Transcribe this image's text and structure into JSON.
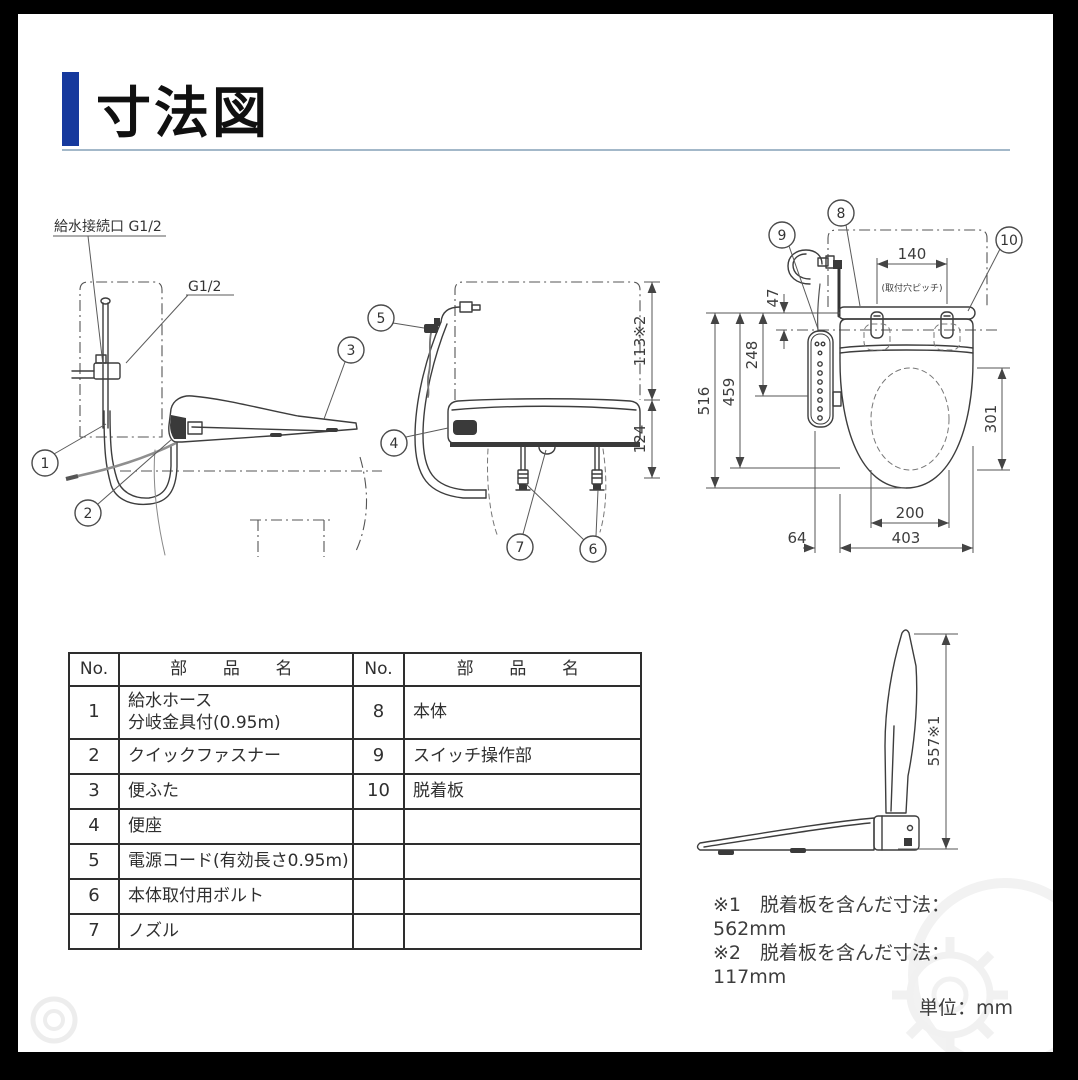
{
  "header": {
    "title": "寸法図"
  },
  "colors": {
    "accent": "#16399d",
    "rule": "#a3b8c9",
    "frame": "#000000",
    "line": "#3d3d3d"
  },
  "diagram": {
    "labels": {
      "supply_port": "給水接続口 G1/2",
      "thread": "G1/2",
      "hole_pitch": "(取付穴ピッチ)"
    },
    "callouts": [
      "1",
      "2",
      "3",
      "4",
      "5",
      "6",
      "7",
      "8",
      "9",
      "10"
    ],
    "dims": {
      "d113": "113※2",
      "d124": "124",
      "d140": "140",
      "d47": "47",
      "d248": "248",
      "d459": "459",
      "d516": "516",
      "d301": "301",
      "d200": "200",
      "d64": "64",
      "d403": "403",
      "d557": "557※1"
    }
  },
  "parts_table": {
    "header": {
      "no": "No.",
      "name": "部　品　名"
    },
    "rows": [
      {
        "l": {
          "no": "1",
          "name": "給水ホース\n分岐金具付(0.95m)"
        },
        "r": {
          "no": "8",
          "name": "本体"
        }
      },
      {
        "l": {
          "no": "2",
          "name": "クイックファスナー"
        },
        "r": {
          "no": "9",
          "name": "スイッチ操作部"
        }
      },
      {
        "l": {
          "no": "3",
          "name": "便ふた"
        },
        "r": {
          "no": "10",
          "name": "脱着板"
        }
      },
      {
        "l": {
          "no": "4",
          "name": "便座"
        },
        "r": {
          "no": "",
          "name": ""
        }
      },
      {
        "l": {
          "no": "5",
          "name": "電源コード(有効長さ0.95m)"
        },
        "r": {
          "no": "",
          "name": ""
        }
      },
      {
        "l": {
          "no": "6",
          "name": "本体取付用ボルト"
        },
        "r": {
          "no": "",
          "name": ""
        }
      },
      {
        "l": {
          "no": "7",
          "name": "ノズル"
        },
        "r": {
          "no": "",
          "name": ""
        }
      }
    ]
  },
  "notes": {
    "note1": "※1　脱着板を含んだ寸法：562mm",
    "note2": "※2　脱着板を含んだ寸法：117mm",
    "unit": "単位：mm"
  }
}
